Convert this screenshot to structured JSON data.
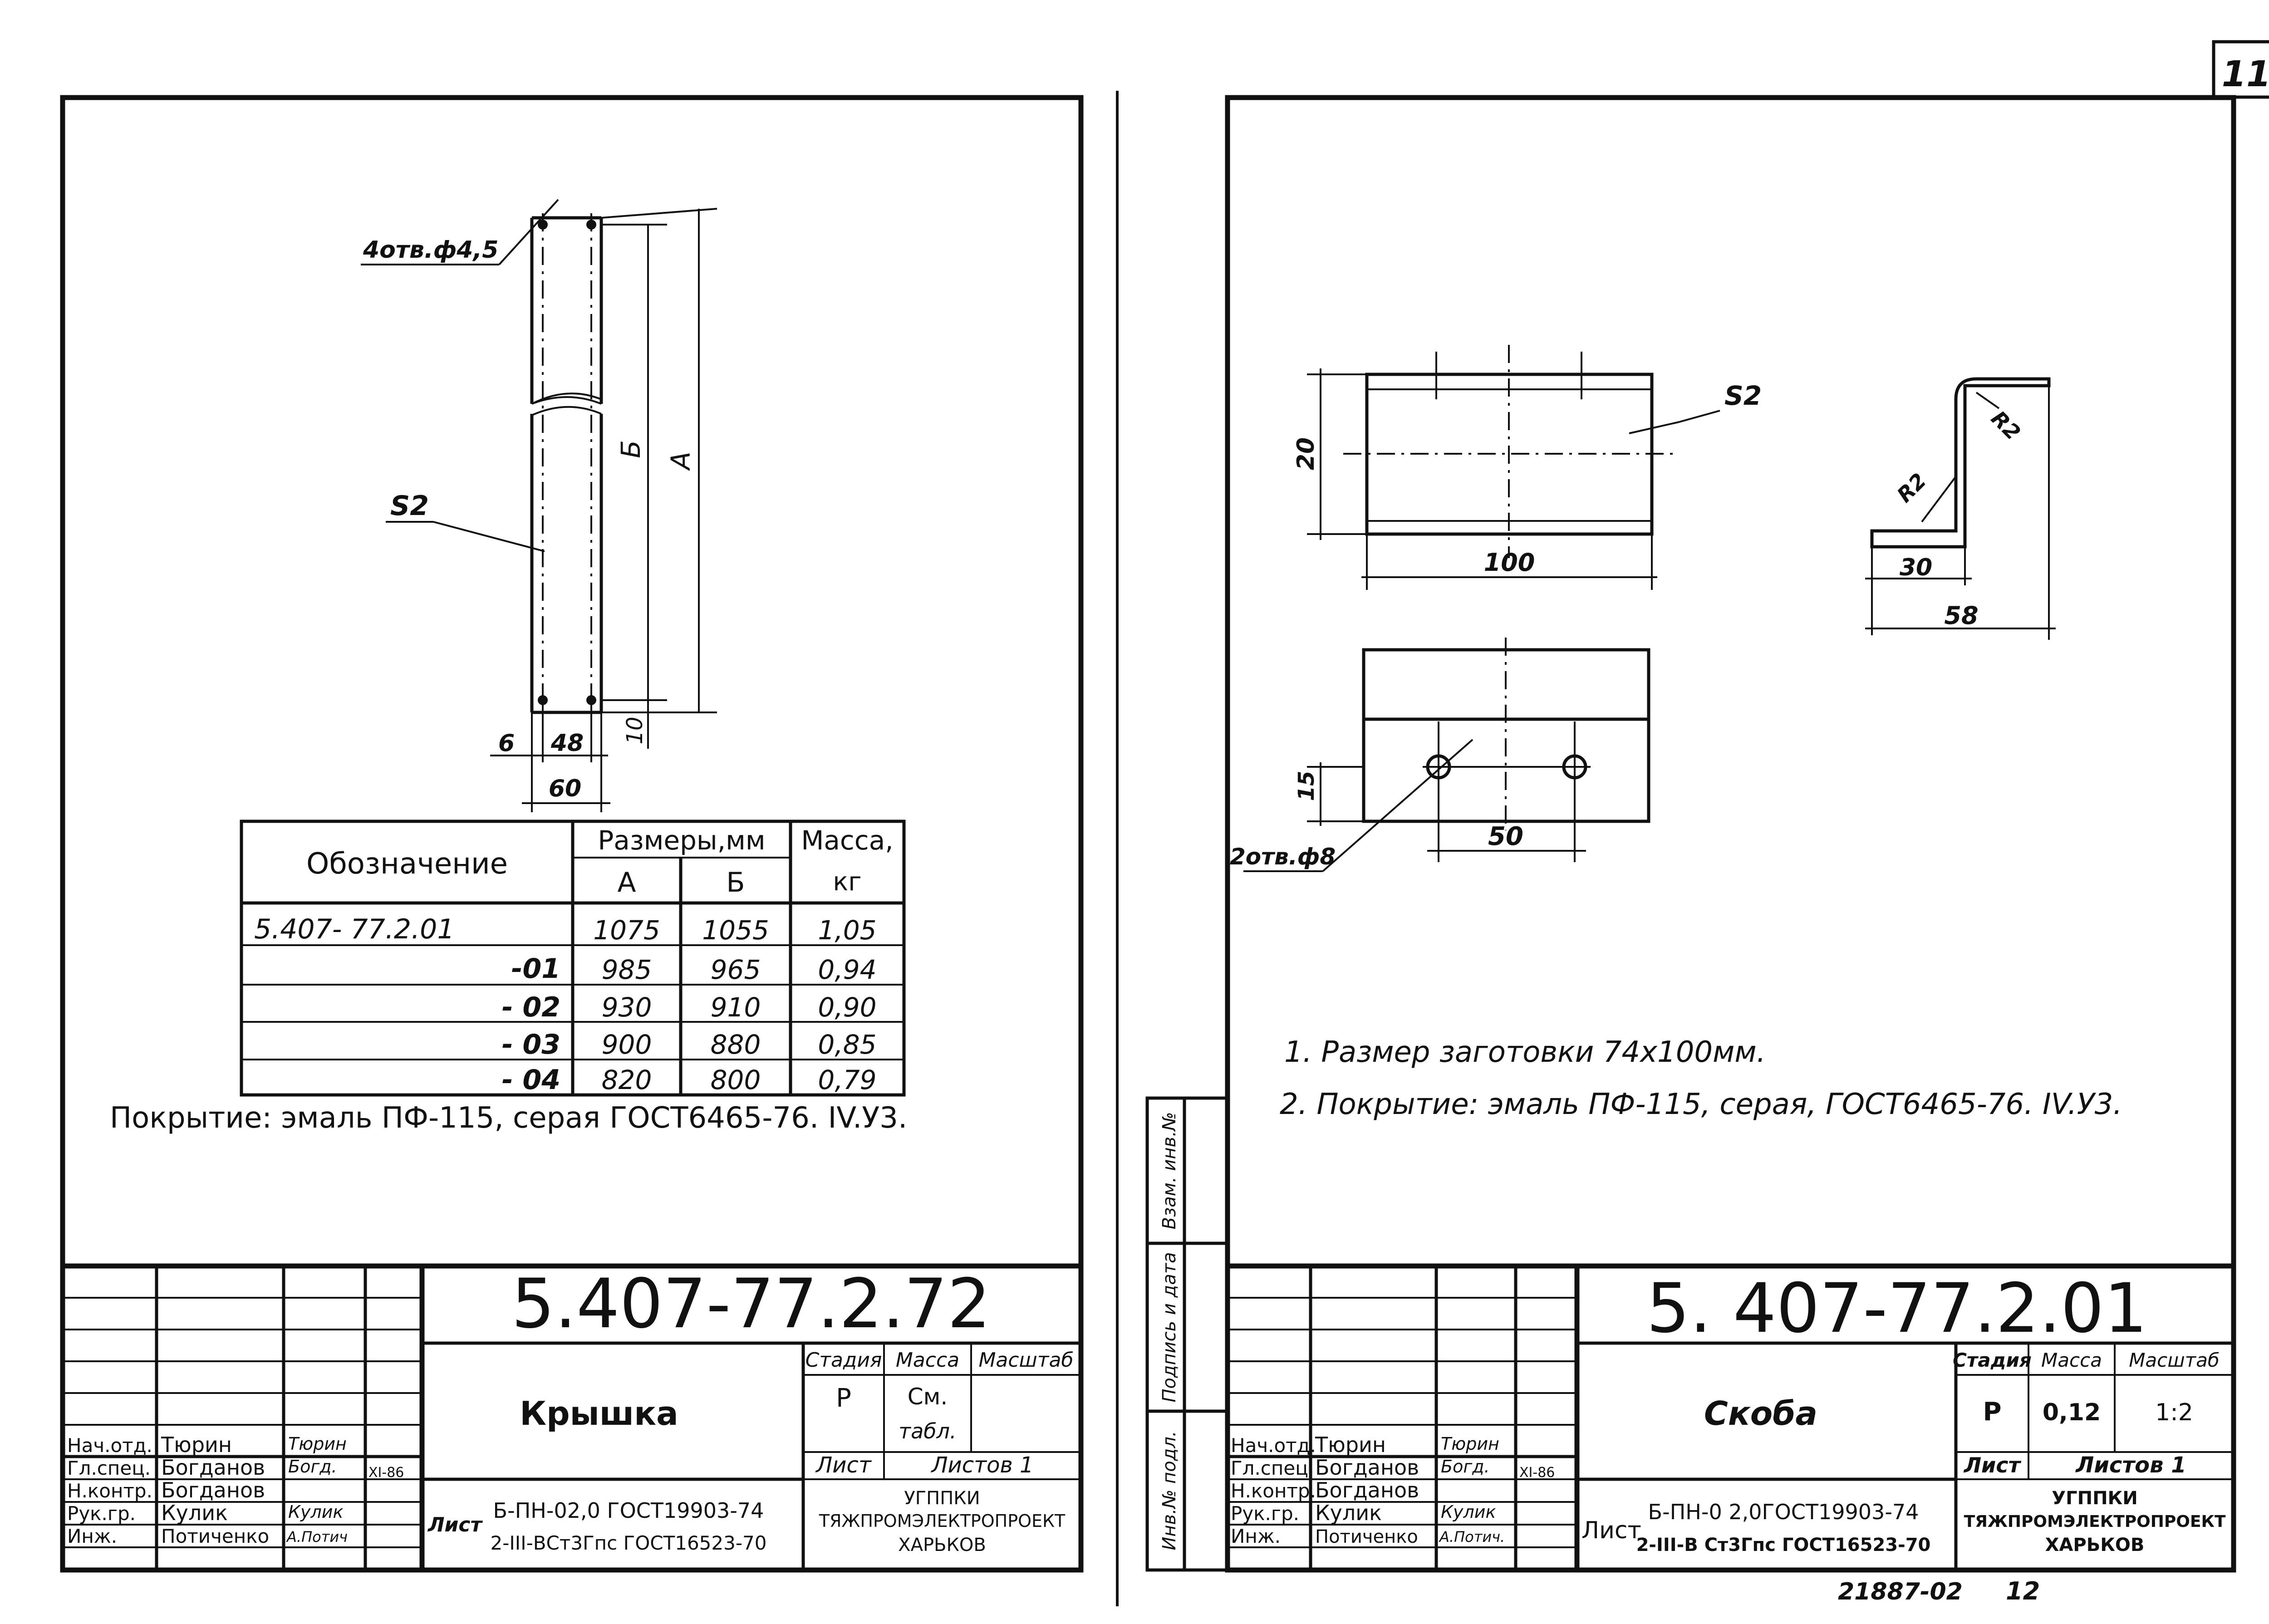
{
  "page_number": "11",
  "left": {
    "callout_holes": "4отв.ф4,5",
    "callout_thickness": "S2",
    "dim_B": "Б",
    "dim_A": "А",
    "dim_6": "6",
    "dim_48": "48",
    "dim_10": "10",
    "dim_60": "60",
    "table": {
      "header_designation": "Обозначение",
      "header_sizes": "Размеры,мм",
      "header_mass": "Масса,",
      "header_mass_unit": "кг",
      "col_A": "А",
      "col_B": "Б",
      "rows": [
        {
          "designation": "5.407- 77.2.01",
          "a": "1075",
          "b": "1055",
          "mass": "1,05"
        },
        {
          "designation": "-01",
          "a": "985",
          "b": "965",
          "mass": "0,94"
        },
        {
          "designation": "- 02",
          "a": "930",
          "b": "910",
          "mass": "0,90"
        },
        {
          "designation": "- 03",
          "a": "900",
          "b": "880",
          "mass": "0,85"
        },
        {
          "designation": "- 04",
          "a": "820",
          "b": "800",
          "mass": "0,79"
        }
      ]
    },
    "coating": "Покрытие: эмаль ПФ-115, серая ГОСТ6465-76. IV.У3.",
    "title_block": {
      "doc_number": "5.407-77.2.72",
      "name": "Крышка",
      "stage_label": "Стадия",
      "mass_label": "Масса",
      "scale_label": "Масштаб",
      "stage": "Р",
      "mass_value_1": "См.",
      "mass_value_2": "табл.",
      "sheet_label": "Лист",
      "sheets_label": "Листов 1",
      "material_prefix": "Лист",
      "material_line1": "Б-ПН-02,0 ГОСТ19903-74",
      "material_line2": "2-III-ВСт3Гпс ГОСТ16523-70",
      "org_line1": "УГППКИ",
      "org_line2": "ТЯЖПРОМЭЛЕКТРОПРОЕКТ",
      "org_line3": "ХАРЬКОВ",
      "date": "XI-86",
      "roles": [
        {
          "role": "Нач.отд.",
          "name": "Тюрин",
          "sign": "Тюрин"
        },
        {
          "role": "Гл.спец.",
          "name": "Богданов",
          "sign": "Богд."
        },
        {
          "role": "Н.контр.",
          "name": "Богданов",
          "sign": ""
        },
        {
          "role": "Рук.гр.",
          "name": "Кулик",
          "sign": "Кулик"
        },
        {
          "role": "Инж.",
          "name": "Потиченко",
          "sign": "А.Потич"
        }
      ]
    }
  },
  "right": {
    "dim_20": "20",
    "dim_100": "100",
    "callout_thickness": "S2",
    "radius_1": "R2",
    "radius_2": "R2",
    "dim_30": "30",
    "dim_58": "58",
    "dim_15": "15",
    "dim_50": "50",
    "callout_holes": "2отв.ф8",
    "note_1": "1. Размер заготовки 74х100мм.",
    "note_2": "2. Покрытие: эмаль ПФ-115, серая, ГОСТ6465-76. IV.У3.",
    "side_labels": [
      "Инв.№ подл.",
      "Подпись и дата",
      "Взам. инв.№"
    ],
    "title_block": {
      "doc_number": "5. 407-77.2.01",
      "name": "Скоба",
      "stage_label": "Стадия",
      "mass_label": "Масса",
      "scale_label": "Масштаб",
      "stage": "Р",
      "mass_value": "0,12",
      "scale_value": "1:2",
      "sheet_label": "Лист",
      "sheets_label": "Листов 1",
      "material_prefix": "Лист",
      "material_line1": "Б-ПН-0 2,0ГОСТ19903-74",
      "material_line2": "2-III-В Ст3Гпс ГОСТ16523-70",
      "org_line1": "УГППКИ",
      "org_line2": "ТЯЖПРОМЭЛЕКТРОПРОЕКТ",
      "org_line3": "ХАРЬКОВ",
      "date": "XI-86",
      "roles": [
        {
          "role": "Нач.отд.",
          "name": "Тюрин",
          "sign": "Тюрин"
        },
        {
          "role": "Гл.спец.",
          "name": "Богданов",
          "sign": "Богд."
        },
        {
          "role": "Н.контр.",
          "name": "Богданов",
          "sign": ""
        },
        {
          "role": "Рук.гр.",
          "name": "Кулик",
          "sign": "Кулик"
        },
        {
          "role": "Инж.",
          "name": "Потиченко",
          "sign": "А.Потич."
        }
      ]
    },
    "footer_code": "21887-02",
    "footer_page": "12"
  }
}
